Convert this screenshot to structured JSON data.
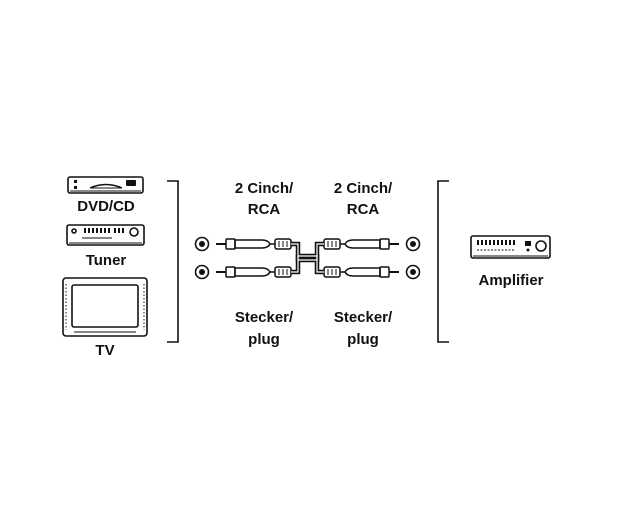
{
  "sources": {
    "dvd_label": "DVD/CD",
    "tuner_label": "Tuner",
    "tv_label": "TV"
  },
  "cable": {
    "left_connector_label": [
      "2 Cinch/",
      "RCA"
    ],
    "right_connector_label": [
      "2 Cinch/",
      "RCA"
    ],
    "left_plug_label": [
      "Stecker/",
      "plug"
    ],
    "right_plug_label": [
      "Stecker/",
      "plug"
    ]
  },
  "destination": {
    "amplifier_label": "Amplifier"
  },
  "colors": {
    "ink": "#111111",
    "background": "#ffffff"
  }
}
